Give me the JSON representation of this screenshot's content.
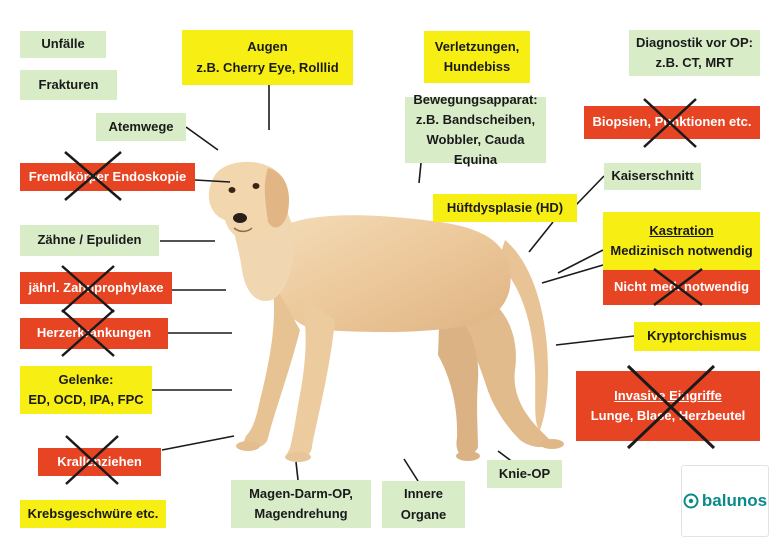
{
  "accident": "Unfälle",
  "fractures": "Frakturen",
  "airways": "Atemwege",
  "foreign_body": "Fremdkörper Endoskopie",
  "teeth": "Zähne / Epuliden",
  "dental_prophylaxis": "jährl. Zahnprophylaxe",
  "heart": "Herzerkrankungen",
  "joints": {
    "line1": "Gelenke:",
    "line2": "ED, OCD, IPA, FPC"
  },
  "claws": "Krallenziehen",
  "cancer": "Krebsgeschwüre etc.",
  "eyes": {
    "line1": "Augen",
    "line2": "z.B. Cherry Eye, Rolllid"
  },
  "injuries": {
    "line1": "Verletzungen,",
    "line2": "Hundebiss"
  },
  "diagnostics": {
    "line1": "Diagnostik vor OP:",
    "line2": "z.B. CT, MRT"
  },
  "musculoskeletal": {
    "line1": "Bewegungsapparat:",
    "line2": "z.B. Bandscheiben,",
    "line3": "Wobbler, Cauda Equina"
  },
  "biopsies": "Biopsien, Punktionen etc.",
  "caesarean": "Kaiserschnitt",
  "hip": "Hüftdysplasie (HD)",
  "castration": {
    "title": "Kastration",
    "subtitle": "Medizinisch notwendig"
  },
  "not_medical": "Nicht med. notwendig",
  "cryptorchidism": "Kryptorchismus",
  "invasive": {
    "title": "Invasive Eingriffe",
    "subtitle": "Lunge, Blase, Herzbeutel"
  },
  "stomach": {
    "line1": "Magen-Darm-OP,",
    "line2": "Magendrehung"
  },
  "organs": {
    "line1": "Innere",
    "line2": "Organe"
  },
  "knee": "Knie-OP",
  "logo": {
    "text": "balunos",
    "color": "#0b8a8c"
  },
  "colors": {
    "green": "#d8ecc8",
    "yellow": "#f7ef14",
    "red": "#e64423",
    "cross": "#1a1a1a"
  }
}
